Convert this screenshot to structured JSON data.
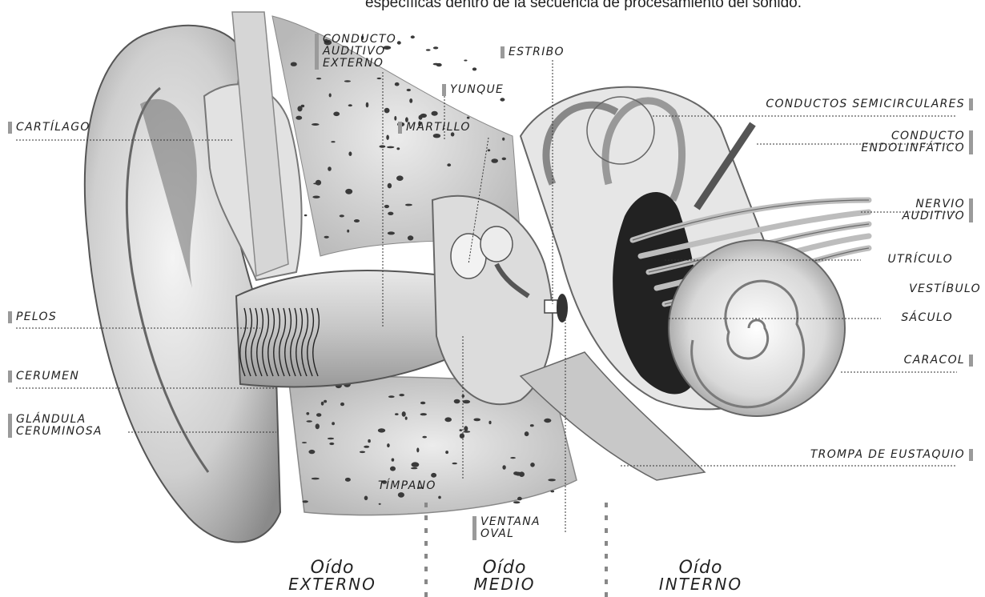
{
  "caption": "específicas dentro de la secuencia de procesamiento del sonido.",
  "labels": {
    "conducto_auditivo_externo": [
      "CONDUCTO",
      "AUDITIVO",
      "EXTERNO"
    ],
    "estribo": "ESTRIBO",
    "yunque": "YUNQUE",
    "martillo": "MARTILLO",
    "cartilago": "CARTÍLAGO",
    "conductos_semicirculares": "CONDUCTOS SEMICIRCULARES",
    "conducto_endolinfatico": [
      "CONDUCTO",
      "ENDOLINFÁTICO"
    ],
    "nervio_auditivo": [
      "NERVIO",
      "AUDITIVO"
    ],
    "utriculo": "UTRÍCULO",
    "vestibulo": "VESTÍBULO",
    "saculo": "SÁCULO",
    "caracol": "CARACOL",
    "pelos": "PELOS",
    "cerumen": "CERUMEN",
    "glandula_ceruminosa": [
      "GLÁNDULA",
      "CERUMINOSA"
    ],
    "trompa_de_eustaquio": "TROMPA DE EUSTAQUIO",
    "timpano": "TÍMPANO",
    "ventana_oval": [
      "VENTANA",
      "OVAL"
    ]
  },
  "sections": {
    "externo": [
      "Oído",
      "EXTERNO"
    ],
    "medio": [
      "Oído",
      "MEDIO"
    ],
    "interno": [
      "Oído",
      "INTERNO"
    ]
  }
}
